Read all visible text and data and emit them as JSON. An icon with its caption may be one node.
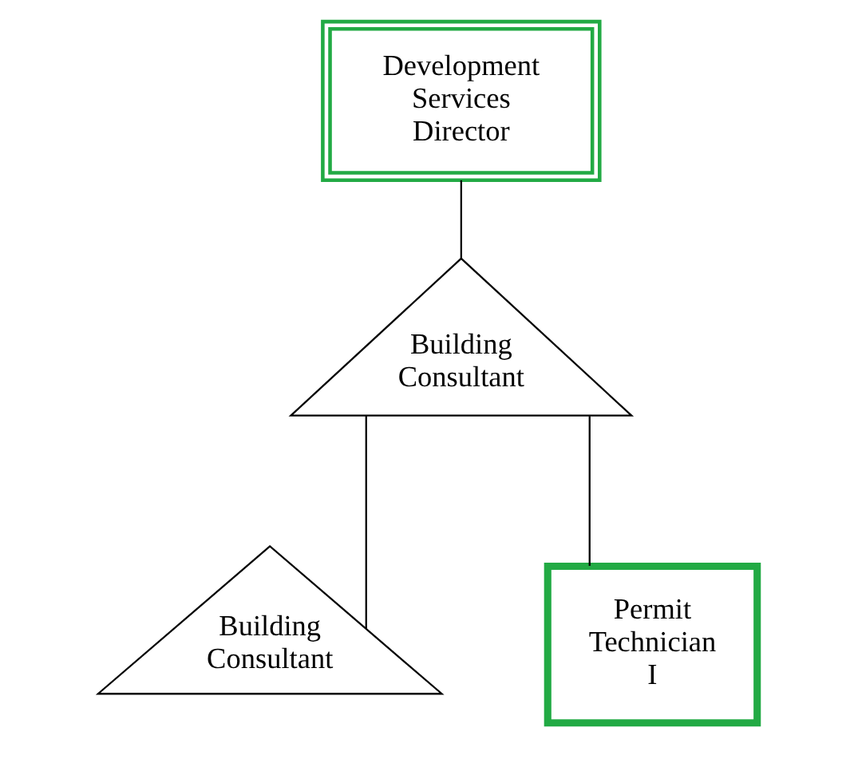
{
  "diagram": {
    "nodes": [
      {
        "text": [
          "Development Services Director"
        ]
      },
      {
        "text": [
          "Building Consultant"
        ]
      },
      {
        "text": [
          "Building Consultant"
        ]
      },
      {
        "text": [
          "Permit Technician I"
        ]
      }
    ],
    "edges": [
      {
        "from": 0,
        "to": 1,
        "arrow": "none"
      },
      {
        "from": 1,
        "to": 2,
        "arrow": "none"
      },
      {
        "from": 1,
        "to": 3,
        "arrow": "none"
      }
    ]
  }
}
